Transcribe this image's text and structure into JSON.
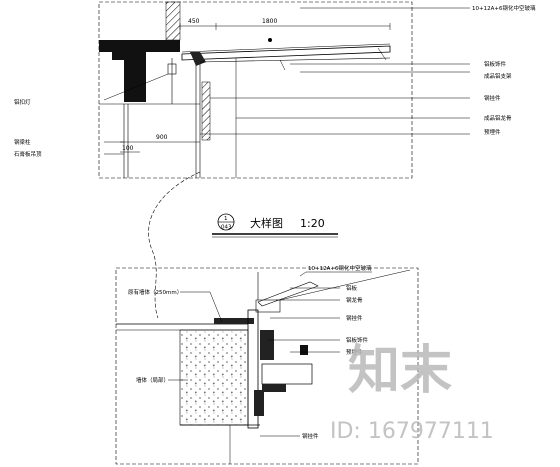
{
  "upper_detail": {
    "top_label": "10+12A+6钢化中空玻璃",
    "dimensions": [
      "450",
      "1800",
      "900",
      "100"
    ],
    "right_labels": [
      "铝板饰件",
      "成品铝支架",
      "钢挂件",
      "成品铝龙骨",
      "预埋件"
    ],
    "left_labels": [
      "铝扣灯",
      "钢梁柱",
      "石膏板吊顶"
    ]
  },
  "title_block": {
    "symbol_top": "1",
    "symbol_bottom": "043",
    "title": "大样图",
    "scale": "1:20"
  },
  "lower_detail": {
    "top_label": "10+12A+6钢化中空玻璃",
    "right_labels": [
      "铝板",
      "钢龙骨",
      "钢挂件",
      "铝板饰件",
      "预埋件"
    ],
    "left_labels": [
      "原有墙体（250mm）",
      "墙体（局部）"
    ],
    "bottom_label": "钢挂件"
  },
  "watermark": {
    "logo_text": "知末",
    "id_text": "ID: 167977111"
  }
}
